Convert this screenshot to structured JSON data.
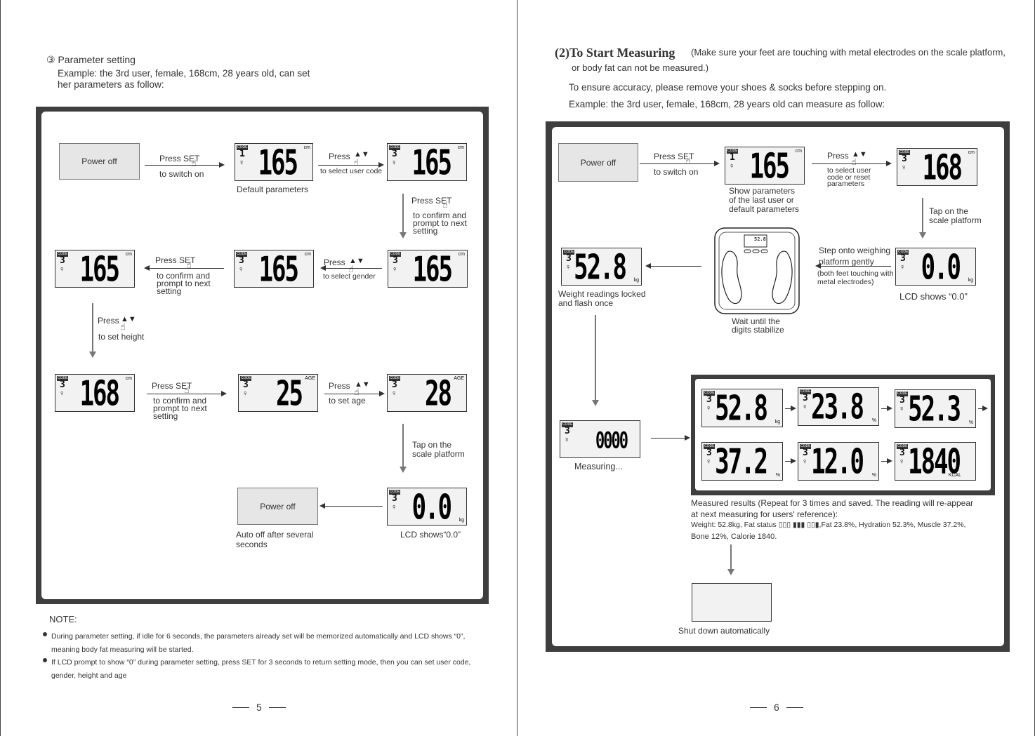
{
  "left_page": {
    "heading": "③ Parameter setting",
    "intro": "Example: the 3rd user, female, 168cm, 28 years old, can set\nher parameters as follow:",
    "power_off_label": "Power off",
    "press_set": "Press SET",
    "press": "Press",
    "to_switch_on": "to switch on",
    "to_select_user_code": "to select user code",
    "default_parameters": "Default parameters",
    "to_confirm": "to confirm and\nprompt to next\nsetting",
    "to_select_gender": "to select gender",
    "to_set_height": "to set height",
    "to_set_age": "to set age",
    "tap_platform": "Tap on the\nscale platform",
    "auto_off": "Auto off after several\nseconds",
    "lcd_shows": "LCD shows“0.0”",
    "note_title": "NOTE:",
    "note_1": "During parameter setting, if idle for 6 seconds, the parameters already set will be memorized automatically and LCD shows “0”,\nmeaning body fat measuring will be started.",
    "note_2": "If LCD prompt to show “0” during parameter setting, press SET for 3 seconds to return setting mode, then you can set user code,\ngender, height and age",
    "page_number": "5"
  },
  "right_page": {
    "heading_bold": "(2)To Start Measuring",
    "heading_rest": "(Make sure your feet are touching with metal electrodes on the scale platform,",
    "heading_line2": "or body fat can not be measured.)",
    "accuracy": "To ensure accuracy, please remove your shoes & socks before stepping on.",
    "example": "Example: the 3rd user, female, 168cm, 28 years old can measure as follow:",
    "power_off_label": "Power off",
    "press_set": "Press SET",
    "press": "Press",
    "to_switch_on": "to switch on",
    "to_select_user": "to select user\ncode or reset\nparameters",
    "show_params": "Show parameters\nof the last user or\ndefault parameters",
    "tap_platform": "Tap on the\nscale platform",
    "step_onto": "Step onto weighing\nplatform gently",
    "both_feet": "(both feet touching with\nmetal electrodes)",
    "lcd_shows": "LCD shows “0.0”",
    "weight_locked": "Weight readings locked\nand flash once",
    "wait_stabilize": "Wait until the\ndigits stabilize",
    "measuring": "Measuring...",
    "results_line1": "Measured results (Repeat for 3 times and saved. The reading will re-appear",
    "results_line2": "at next measuring for users' reference):",
    "results_line3": "Weight: 52.8kg, Fat status ▯▯▯ ▮▮▮ ▯▯▮,Fat 23.8%, Hydration 52.3%, Muscle 37.2%,",
    "results_line4": "Bone 12%, Calorie 1840.",
    "shut_down": "Shut down automatically",
    "page_number": "6"
  },
  "lcd": {
    "code": "CODE",
    "user_default": "1",
    "user_3": "3",
    "v165": "165",
    "v168": "168",
    "v25": "25",
    "v28": "28",
    "v00": "0.0",
    "v528": "52.8",
    "v238": "23.8",
    "v523": "52.3",
    "v372": "37.2",
    "v120": "12.0",
    "v1840": "1840",
    "v0000": "0000",
    "unit_cm": "cm",
    "unit_kg": "kg",
    "unit_pct": "%",
    "unit_age": "AGE",
    "unit_kcal": "KCAL",
    "scale_display": "52.8"
  },
  "icons": {
    "finger": "pointing-finger-icon",
    "up_down": "▲▼",
    "person": "person-icon"
  }
}
